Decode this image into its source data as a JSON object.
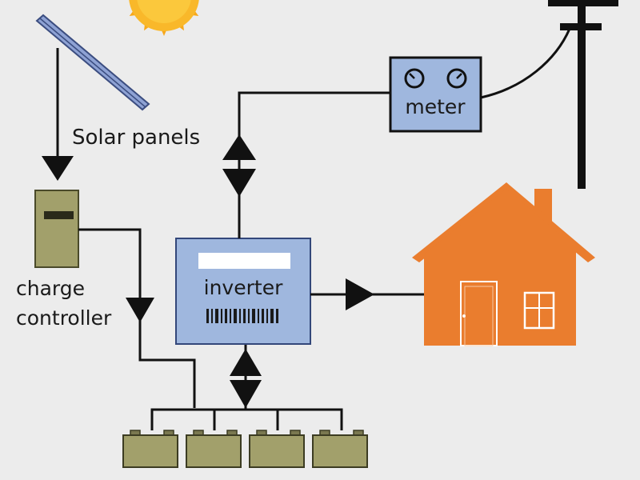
{
  "labels": {
    "solar_panels": "Solar panels",
    "charge_controller_line1": "charge",
    "charge_controller_line2": "controller",
    "inverter": "inverter",
    "meter": "meter"
  },
  "components": {
    "sun": {
      "icon": "sun-icon",
      "color": "#f7a81b"
    },
    "solar_panel": {
      "icon": "solar-panel-icon",
      "color": "#7f95c8"
    },
    "charge_controller": {
      "icon": "charge-controller-icon",
      "color": "#a2a06b"
    },
    "inverter": {
      "icon": "inverter-icon",
      "color": "#9fb7de"
    },
    "meter": {
      "icon": "meter-icon",
      "color": "#9fb7de"
    },
    "utility_pole": {
      "icon": "utility-pole-icon",
      "color": "#000000"
    },
    "house": {
      "icon": "house-icon",
      "color": "#ea7d2e"
    },
    "battery_bank": {
      "icon": "battery-icon",
      "count": 4,
      "color": "#a2a06b"
    }
  },
  "connections": [
    {
      "from": "solar_panel",
      "to": "charge_controller",
      "direction": "one-way"
    },
    {
      "from": "charge_controller",
      "to": "battery_bank",
      "direction": "one-way"
    },
    {
      "from": "battery_bank",
      "to": "inverter",
      "direction": "two-way"
    },
    {
      "from": "inverter",
      "to": "house",
      "direction": "one-way"
    },
    {
      "from": "inverter",
      "to": "meter",
      "direction": "two-way"
    },
    {
      "from": "meter",
      "to": "utility_pole",
      "direction": "wire"
    }
  ]
}
